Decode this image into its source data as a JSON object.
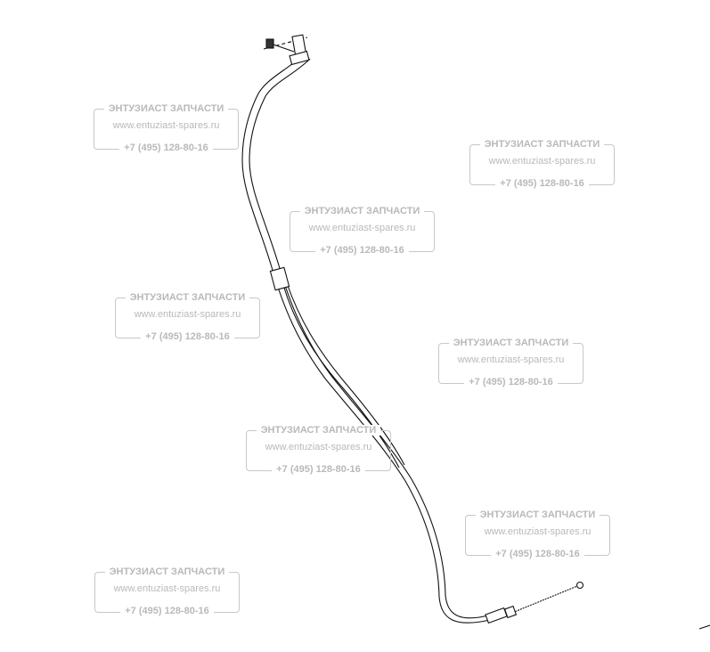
{
  "watermark": {
    "title": "ЭНТУЗИАСТ ЗАПЧАСТИ",
    "url": "www.entuziast-spares.ru",
    "phone": "+7 (495) 128-80-16",
    "color": "#b9b9b9"
  },
  "diagram": {
    "subject": "cable-assembly",
    "line_color": "#000000"
  }
}
